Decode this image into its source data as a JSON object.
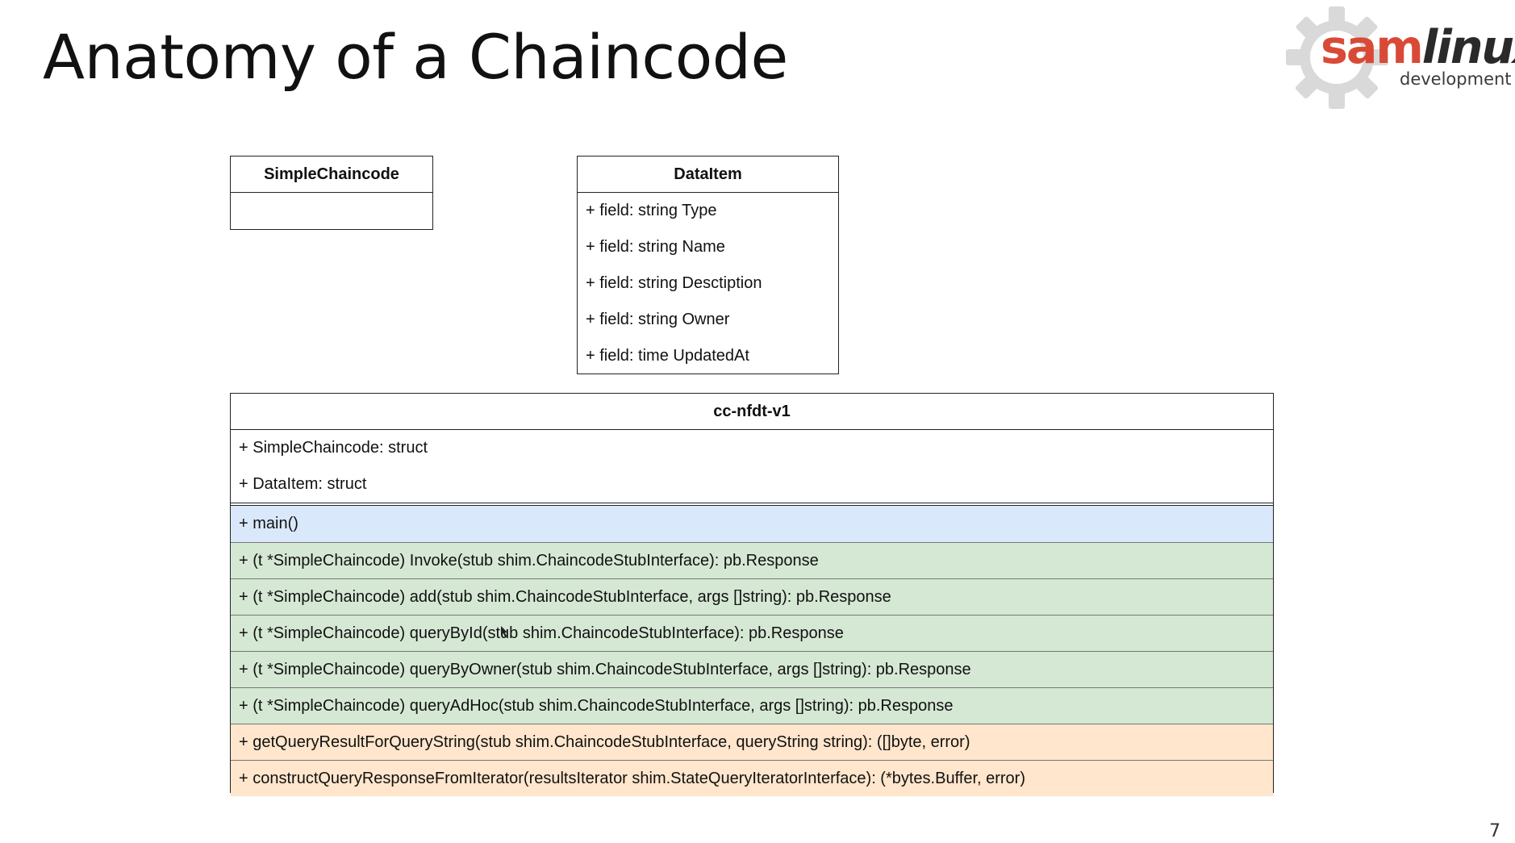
{
  "slide": {
    "title": "Anatomy of a Chaincode",
    "page_number": "7"
  },
  "logo": {
    "sam": "sam",
    "linux": "linux",
    "tagline": "development",
    "colors": {
      "sam": "#d94a36",
      "linux": "#2a2a2a",
      "gear": "#d9d9d9"
    }
  },
  "diagram": {
    "simple_chaincode": {
      "name": "SimpleChaincode",
      "fields": []
    },
    "data_item": {
      "name": "DataItem",
      "fields": [
        "+ field: string Type",
        "+ field: string Name",
        "+ field: string Desctiption",
        "+ field: string Owner",
        "+ field: time UpdatedAt"
      ]
    },
    "cc_nfdt": {
      "name": "cc-nfdt-v1",
      "fields": [
        "+ SimpleChaincode: struct",
        "+ DataItem: struct"
      ],
      "methods": [
        {
          "text": "+ main()",
          "color": "#dae8fc"
        },
        {
          "text": "+ (t *SimpleChaincode) Invoke(stub shim.ChaincodeStubInterface): pb.Response",
          "color": "#d5e8d4"
        },
        {
          "text": "+ (t *SimpleChaincode) add(stub shim.ChaincodeStubInterface, args []string): pb.Response",
          "color": "#d5e8d4"
        },
        {
          "text": "+ (t *SimpleChaincode) queryById(stub shim.ChaincodeStubInterface): pb.Response",
          "color": "#d5e8d4"
        },
        {
          "text": "+ (t *SimpleChaincode) queryByOwner(stub shim.ChaincodeStubInterface, args []string): pb.Response",
          "color": "#d5e8d4"
        },
        {
          "text": "+ (t *SimpleChaincode) queryAdHoc(stub shim.ChaincodeStubInterface, args []string): pb.Response",
          "color": "#d5e8d4"
        },
        {
          "text": "+ getQueryResultForQueryString(stub shim.ChaincodeStubInterface, queryString string): ([]byte, error)",
          "color": "#ffe6cc"
        },
        {
          "text": "+ constructQueryResponseFromIterator(resultsIterator shim.StateQueryIteratorInterface): (*bytes.Buffer, error)",
          "color": "#ffe6cc"
        }
      ]
    }
  }
}
